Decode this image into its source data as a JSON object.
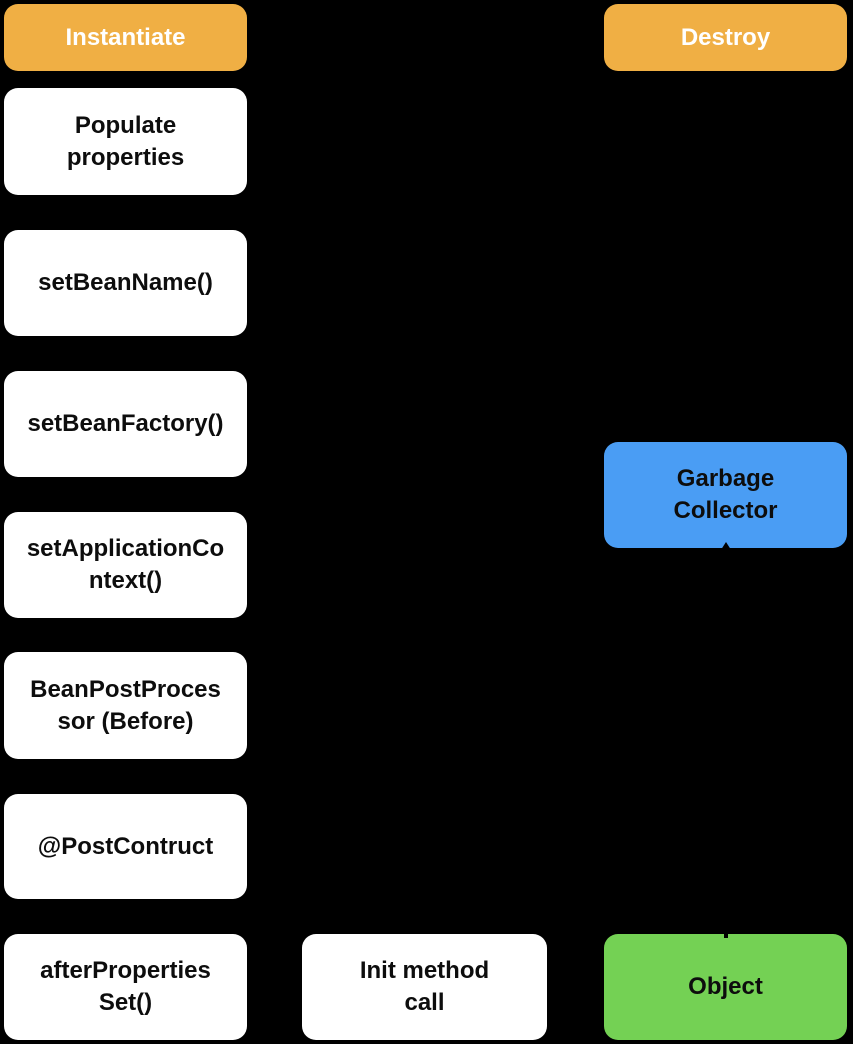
{
  "diagram": {
    "name": "spring-bean-lifecycle-diagram",
    "background": "#000000",
    "colors": {
      "stage_fill": "#F0AF44",
      "step_fill": "#FFFFFF",
      "garbage_collector_fill": "#4A9DF4",
      "object_fill": "#74D154",
      "text_dark": "#0D0D0D",
      "text_light": "#FFFFFF",
      "arrow": "#000000"
    },
    "nodes": [
      {
        "id": "instantiate",
        "label": "Instantiate",
        "type": "stage"
      },
      {
        "id": "populate-properties",
        "label": "Populate\nproperties",
        "type": "step"
      },
      {
        "id": "set-bean-name",
        "label": "setBeanName()",
        "type": "step"
      },
      {
        "id": "set-bean-factory",
        "label": "setBeanFactory()",
        "type": "step"
      },
      {
        "id": "set-application-context",
        "label": "setApplicationCo\nntext()",
        "type": "step"
      },
      {
        "id": "bean-post-processor-before",
        "label": "BeanPostProces\nsor (Before)",
        "type": "step"
      },
      {
        "id": "post-contruct",
        "label": "@PostContruct",
        "type": "step"
      },
      {
        "id": "after-properties-set",
        "label": "afterProperties\nSet()",
        "type": "step"
      },
      {
        "id": "init-method-call",
        "label": "Init method\ncall",
        "type": "step"
      },
      {
        "id": "destroy",
        "label": "Destroy",
        "type": "stage"
      },
      {
        "id": "garbage-collector",
        "label": "Garbage\nCollector",
        "type": "garbage-collector"
      },
      {
        "id": "object",
        "label": "Object",
        "type": "object"
      }
    ],
    "edges": [
      {
        "from": "object",
        "to": "garbage-collector",
        "style": "black-arrow-up"
      }
    ]
  }
}
